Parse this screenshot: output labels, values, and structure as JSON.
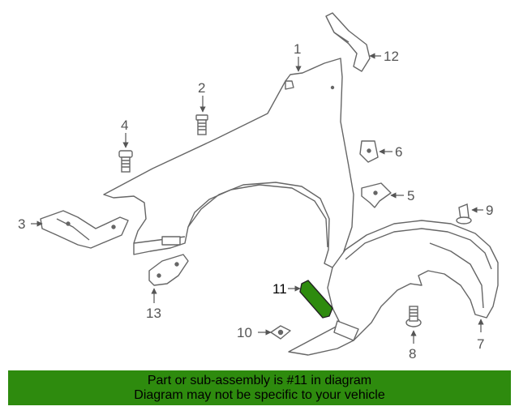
{
  "diagram": {
    "highlight_color": "#2e8b0e",
    "line_color": "#777777",
    "labels": {
      "c1": "1",
      "c2": "2",
      "c3": "3",
      "c4": "4",
      "c5": "5",
      "c6": "6",
      "c7": "7",
      "c8": "8",
      "c9": "9",
      "c10": "10",
      "c11": "11",
      "c12": "12",
      "c13": "13"
    }
  },
  "banner": {
    "line1": "Part or sub-assembly is #11 in diagram",
    "line2": "Diagram may not be specific to your vehicle"
  }
}
